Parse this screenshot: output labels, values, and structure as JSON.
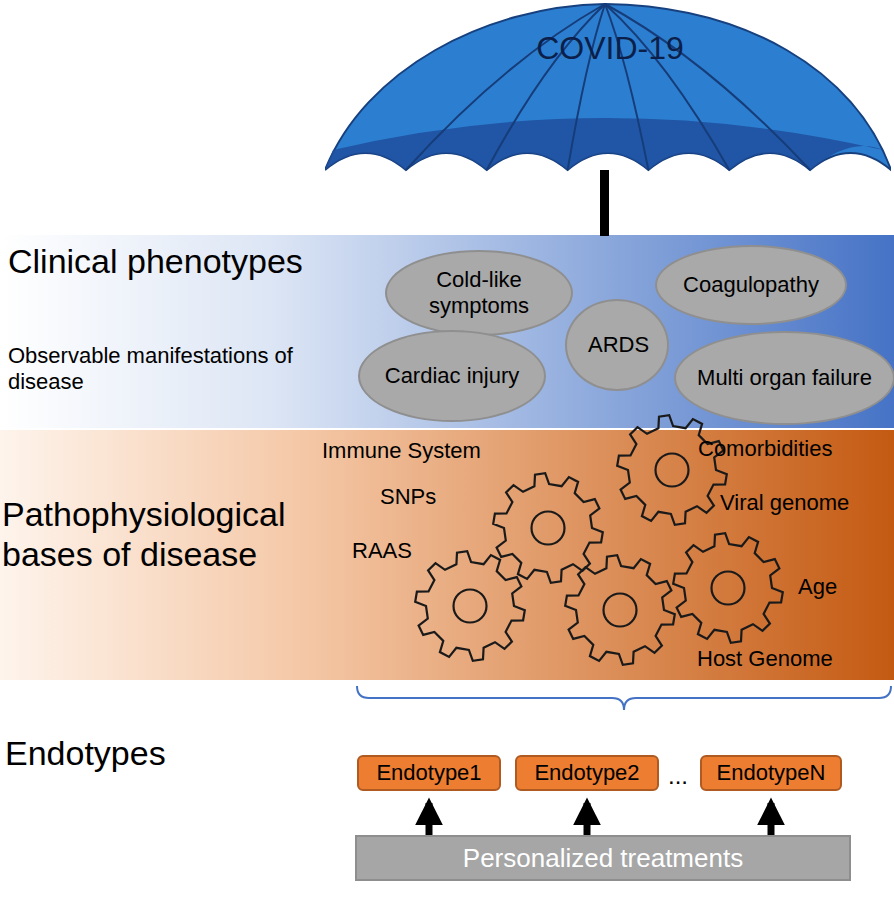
{
  "diagram": {
    "nodes": [
      {
        "text": [
          "COVID-19"
        ]
      },
      {
        "text": [
          "Clinical phenotypes",
          "Observable manifestations of disease"
        ]
      },
      {
        "text": [
          "Cold-like symptoms"
        ],
        "in": 1
      },
      {
        "text": [
          "Coagulopathy"
        ],
        "in": 1
      },
      {
        "text": [
          "ARDS"
        ],
        "in": 1
      },
      {
        "text": [
          "Cardiac injury"
        ],
        "in": 1
      },
      {
        "text": [
          "Multi organ failure"
        ],
        "in": 1
      },
      {
        "text": [
          "Pathophysiological bases of disease",
          "Immune System",
          "SNPs",
          "RAAS",
          "Comorbidities",
          "Viral genome",
          "Age",
          "Host Genome"
        ]
      },
      {
        "text": [
          "Endotype1"
        ]
      },
      {
        "text": [
          "Endotype2"
        ]
      },
      {
        "text": [
          "EndotypeN"
        ]
      },
      {
        "text": [
          "Personalized treatments"
        ]
      }
    ],
    "edges": [
      {
        "from": 11,
        "to": 8,
        "arrow": "to"
      },
      {
        "from": 11,
        "to": 9,
        "arrow": "to"
      },
      {
        "from": 11,
        "to": 10,
        "arrow": "to"
      }
    ],
    "labels": [
      "Endotypes",
      "..."
    ]
  }
}
